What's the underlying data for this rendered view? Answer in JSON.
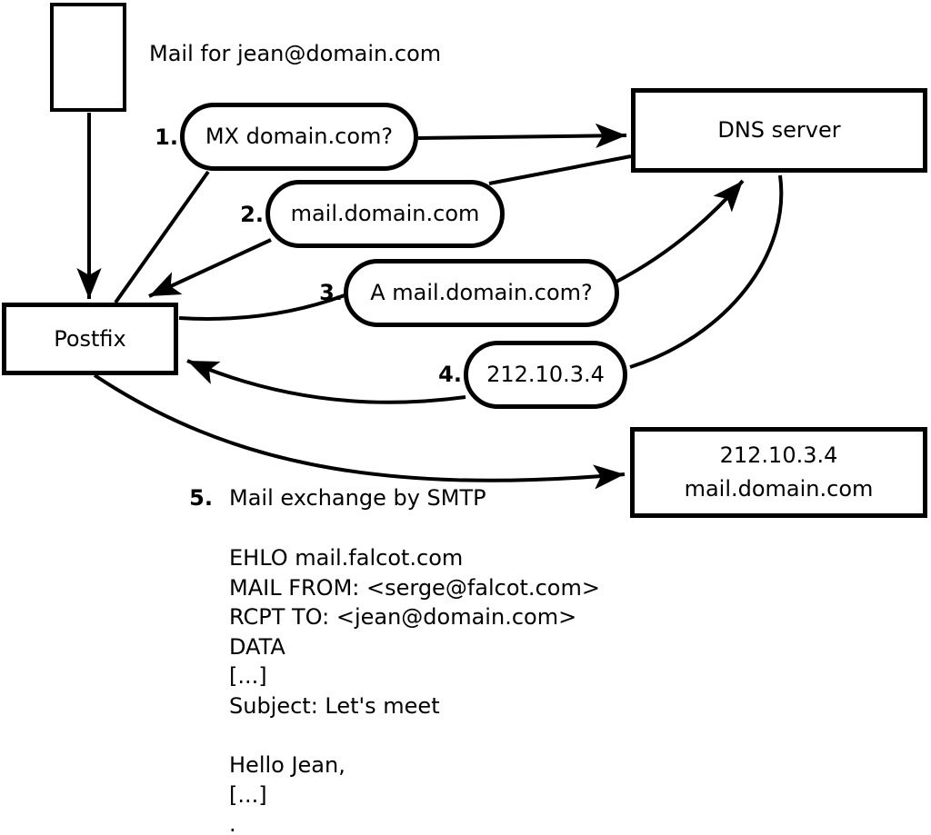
{
  "labels": {
    "mail_for": "Mail for jean@domain.com"
  },
  "nodes": {
    "postfix": "Postfix",
    "dns_server": "DNS server",
    "mail_server": {
      "line1": "212.10.3.4",
      "line2": "mail.domain.com"
    }
  },
  "steps": [
    {
      "num": "1.",
      "label": "MX domain.com?"
    },
    {
      "num": "2.",
      "label": "mail.domain.com"
    },
    {
      "num": "3.",
      "label": "A mail.domain.com?"
    },
    {
      "num": "4.",
      "label": "212.10.3.4"
    },
    {
      "num": "5.",
      "label": "Mail exchange by SMTP"
    }
  ],
  "smtp_session": {
    "lines": [
      "EHLO mail.falcot.com",
      "MAIL FROM: <serge@falcot.com>",
      "RCPT TO: <jean@domain.com>",
      "DATA",
      "[...]",
      "Subject: Let's meet",
      "",
      "Hello Jean,",
      "[...]",
      "."
    ]
  },
  "colors": {
    "ink": "#000000",
    "background": "#ffffff"
  }
}
